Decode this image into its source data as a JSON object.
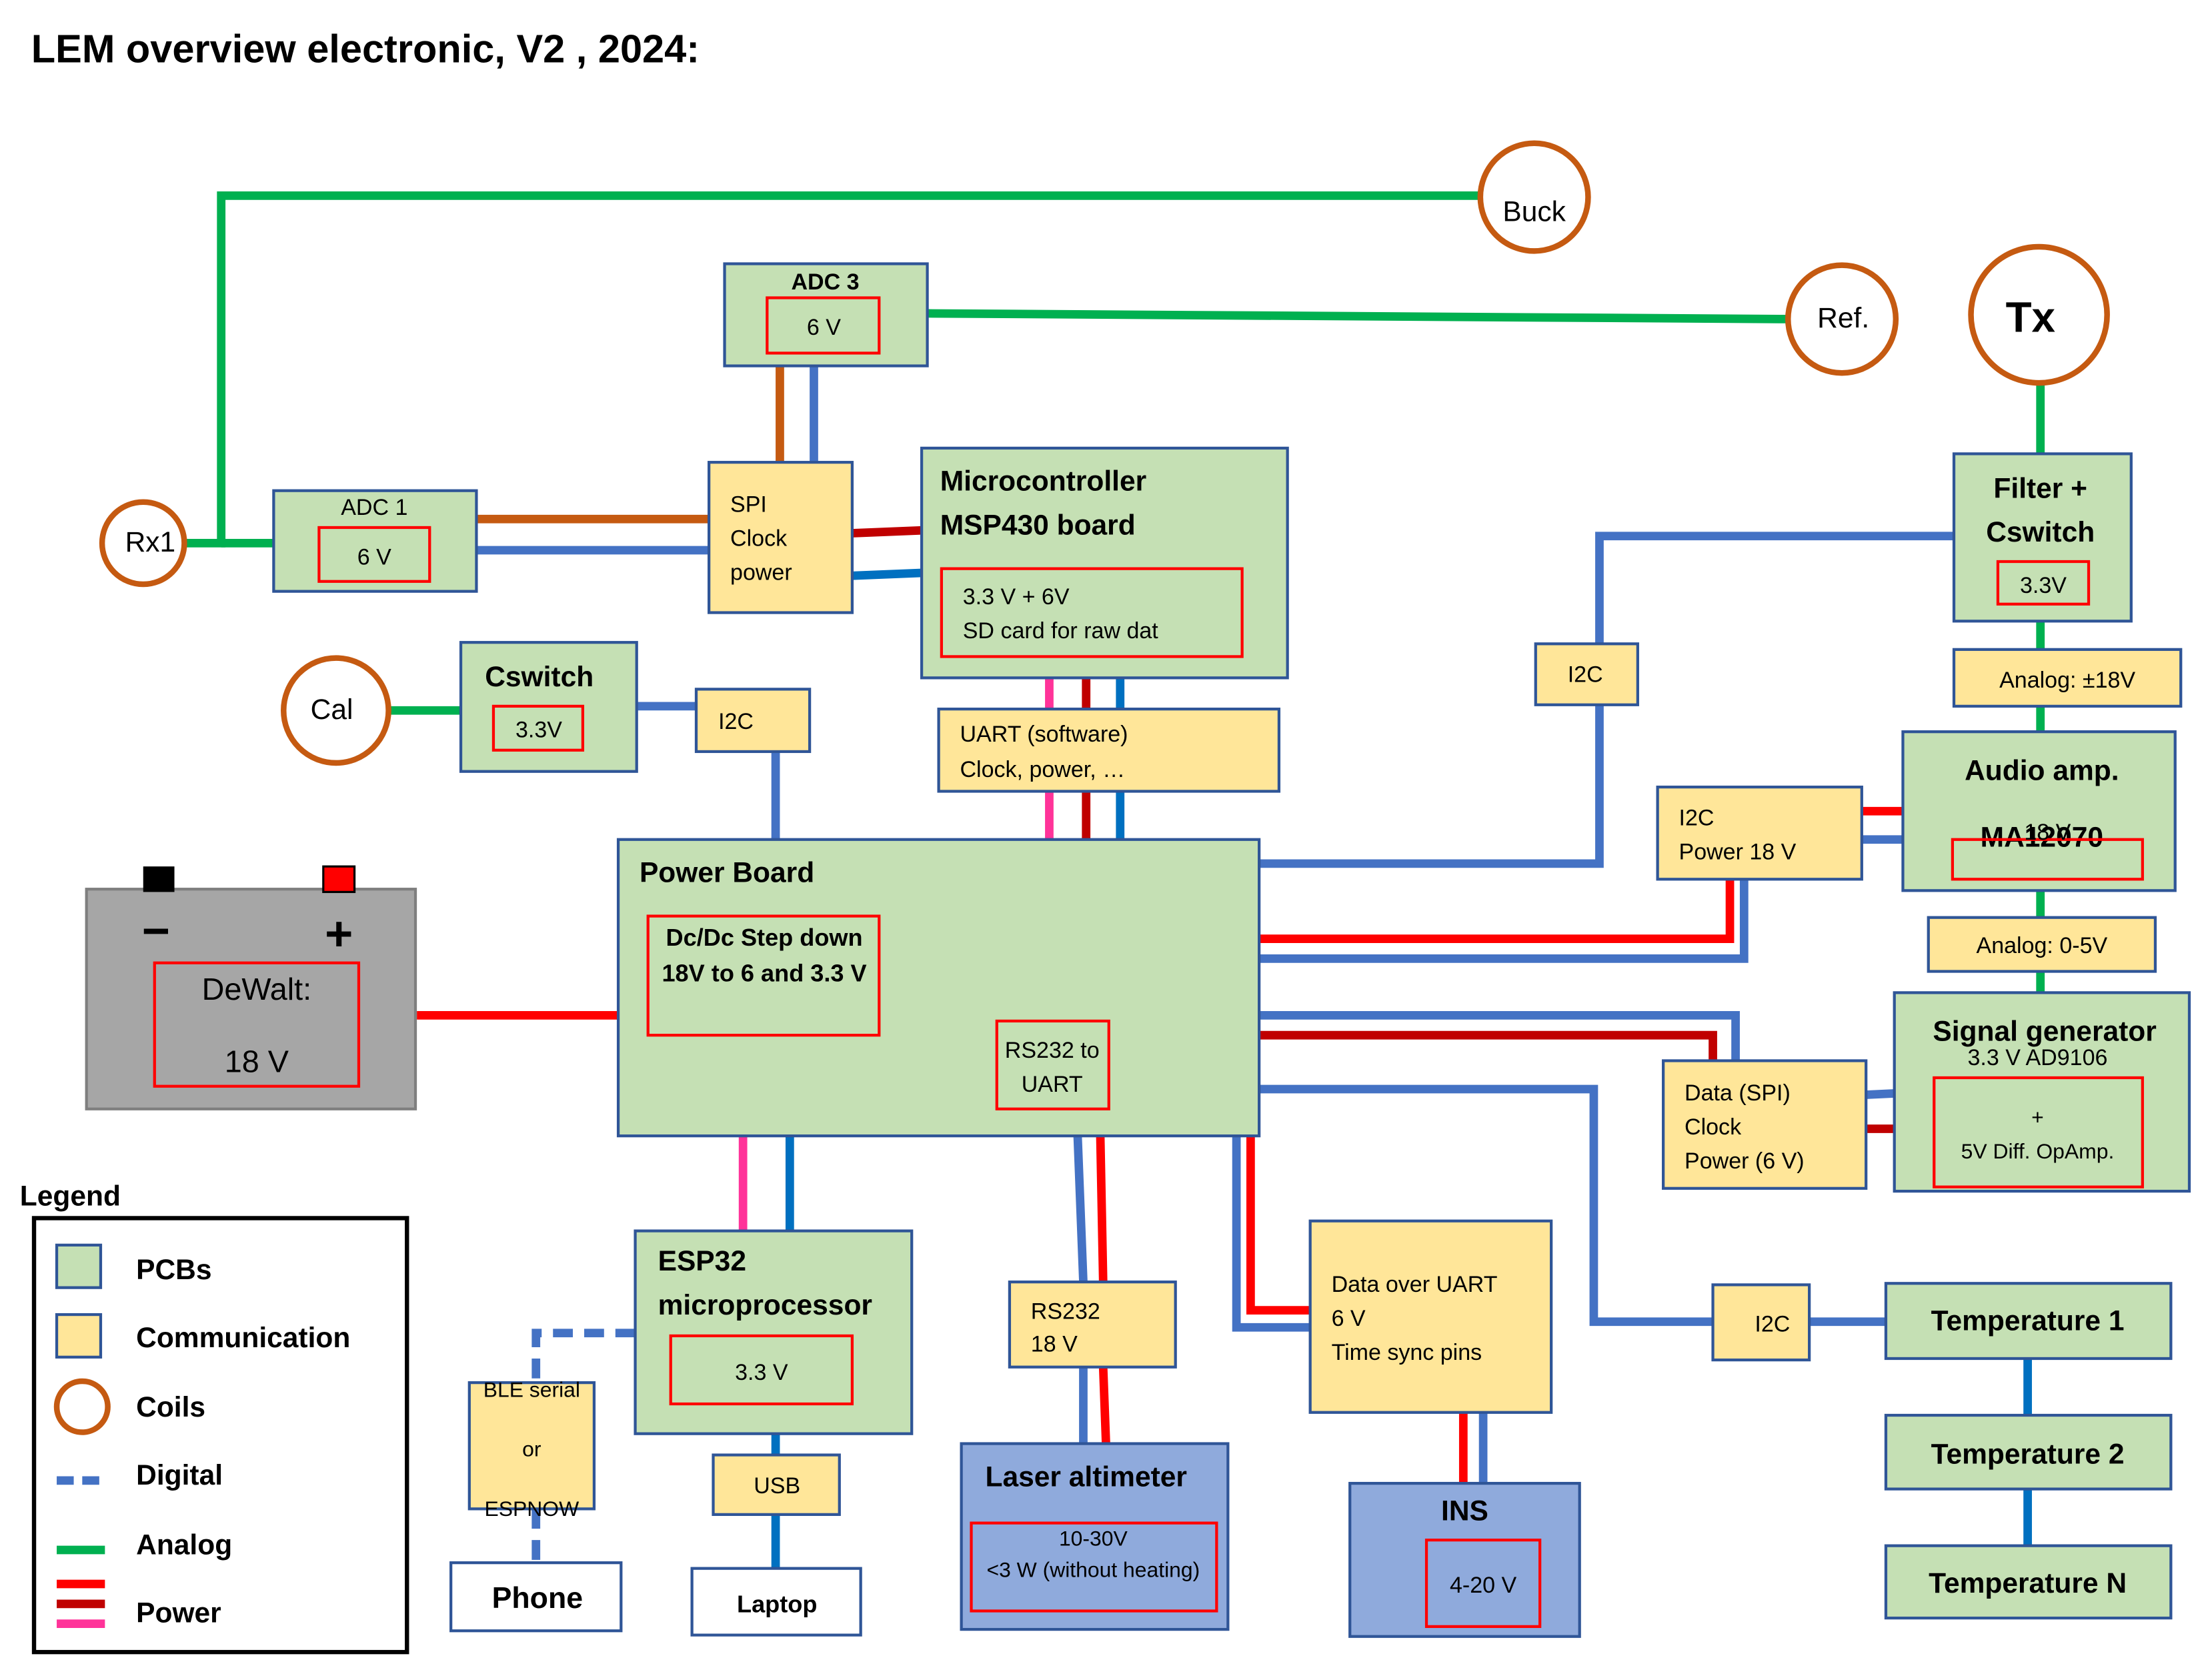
{
  "title": "LEM overview electronic, V2 , 2024:",
  "colors": {
    "pcb": "#c5e0b4",
    "comm": "#ffe699",
    "coil": "#c55a11",
    "digital": "#4472c4",
    "analog": "#00b050",
    "power_red": "#ff0000",
    "power_dark": "#c00000",
    "power_pink": "#ff3399",
    "battery": "#a6a6a6",
    "device": "#8faadc",
    "label_border": "#ff0000",
    "box_border": "#2f5597"
  },
  "coils": {
    "buck": "Buck",
    "ref": "Ref.",
    "tx": "Tx",
    "rx1": "Rx1",
    "cal": "Cal"
  },
  "pcbs": {
    "adc3": {
      "title": "ADC 3",
      "voltage": "6 V"
    },
    "adc1": {
      "title": "ADC 1",
      "voltage": "6 V"
    },
    "mcu": {
      "title1": "Microcontroller",
      "title2": "MSP430  board",
      "spec1": "3.3 V + 6V",
      "spec2": "SD card for raw dat"
    },
    "cswitch": {
      "title": "Cswitch",
      "voltage": "3.3V"
    },
    "filter": {
      "title1": "Filter +",
      "title2": "Cswitch",
      "voltage": "3.3V"
    },
    "audio": {
      "title": "Audio amp.",
      "model": "MA12070",
      "voltage": "18 V"
    },
    "power_board": {
      "title": "Power Board",
      "dcdc1": "Dc/Dc Step down",
      "dcdc2": "18V to 6 and 3.3 V",
      "rs232_1": "RS232 to",
      "rs232_2": "UART"
    },
    "signal_gen": {
      "title": "Signal generator",
      "subtitle": "3.3 V  AD9106",
      "plus": "+",
      "opamp": "5V  Diff. OpAmp."
    },
    "esp32": {
      "title1": "ESP32",
      "title2": "microprocessor",
      "voltage": "3.3 V"
    },
    "temp1": "Temperature 1",
    "temp2": "Temperature 2",
    "tempN": "Temperature N"
  },
  "comms": {
    "spi": [
      "SPI",
      "Clock",
      "power"
    ],
    "i2c_cswitch": "I2C",
    "i2c_filter": "I2C",
    "i2c_power": [
      "I2C",
      "Power 18 V"
    ],
    "uart_sw": [
      "UART (software)",
      "Clock, power, …"
    ],
    "analog18": "Analog:  ±18V",
    "analog05": "Analog:  0-5V",
    "data_spi": [
      "Data (SPI)",
      "Clock",
      "Power (6 V)"
    ],
    "rs232": [
      "RS232",
      "18 V"
    ],
    "uart_data": [
      "Data over UART",
      "6 V",
      "Time sync pins"
    ],
    "i2c_temp": "I2C",
    "ble": [
      "BLE serial",
      "or",
      "ESPNOW"
    ],
    "usb": "USB"
  },
  "battery": {
    "minus": "−",
    "plus": "+",
    "name": "DeWalt:",
    "voltage": "18 V"
  },
  "devices": {
    "laser": {
      "title": "Laser altimeter",
      "spec1": "10-30V",
      "spec2": "<3 W (without heating)"
    },
    "ins": {
      "title": "INS",
      "spec": "4-20 V"
    },
    "phone": "Phone",
    "laptop": "Laptop"
  },
  "legend": {
    "title": "Legend",
    "items": [
      "PCBs",
      "Communication",
      "Coils",
      "Digital",
      "Analog",
      "Power"
    ]
  }
}
